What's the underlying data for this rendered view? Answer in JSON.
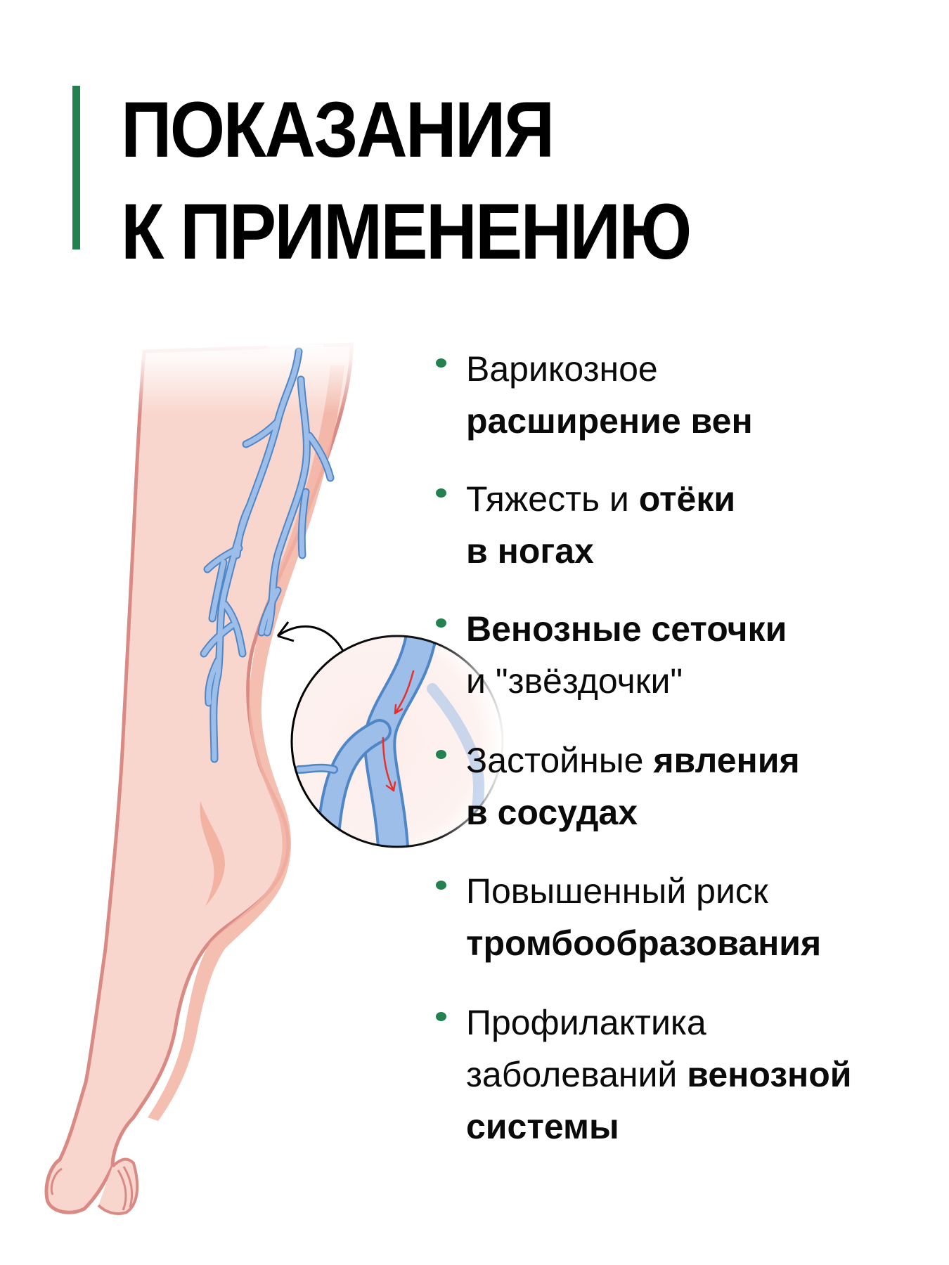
{
  "header": {
    "title_line1": "ПОКАЗАНИЯ",
    "title_line2": "К ПРИМЕНЕНИЮ",
    "accent_color": "#23804F"
  },
  "illustration": {
    "subject": "leg-with-varicose-veins",
    "skin_color": "#F9D6CD",
    "skin_shadow": "#F2B3A3",
    "outline_color": "#D98A84",
    "vein_fill": "#9DBEE8",
    "vein_outline": "#4F86C6",
    "flow_arrow_color": "#E8302A",
    "magnifier": "vein-closeup-callout"
  },
  "indications": {
    "bullet_color": "#23804F",
    "items": [
      {
        "lines": [
          [
            {
              "t": "Варикозное",
              "bold": false
            }
          ],
          [
            {
              "t": "расширение вен",
              "bold": true
            }
          ]
        ]
      },
      {
        "lines": [
          [
            {
              "t": "Тяжесть и ",
              "bold": false
            },
            {
              "t": "отёки",
              "bold": true
            }
          ],
          [
            {
              "t": "в ногах",
              "bold": true
            }
          ]
        ]
      },
      {
        "lines": [
          [
            {
              "t": "Венозные сеточки",
              "bold": true
            }
          ],
          [
            {
              "t": "и \"звёздочки\"",
              "bold": false
            }
          ]
        ]
      },
      {
        "lines": [
          [
            {
              "t": "Застойные ",
              "bold": false
            },
            {
              "t": "явления",
              "bold": true
            }
          ],
          [
            {
              "t": "в сосудах",
              "bold": true
            }
          ]
        ]
      },
      {
        "lines": [
          [
            {
              "t": "Повышенный риск",
              "bold": false
            }
          ],
          [
            {
              "t": "тромбообразования",
              "bold": true
            }
          ]
        ]
      },
      {
        "lines": [
          [
            {
              "t": "Профилактика",
              "bold": false
            }
          ],
          [
            {
              "t": "заболеваний ",
              "bold": false
            },
            {
              "t": "венозной",
              "bold": true
            }
          ],
          [
            {
              "t": "системы",
              "bold": true
            }
          ]
        ]
      }
    ]
  }
}
